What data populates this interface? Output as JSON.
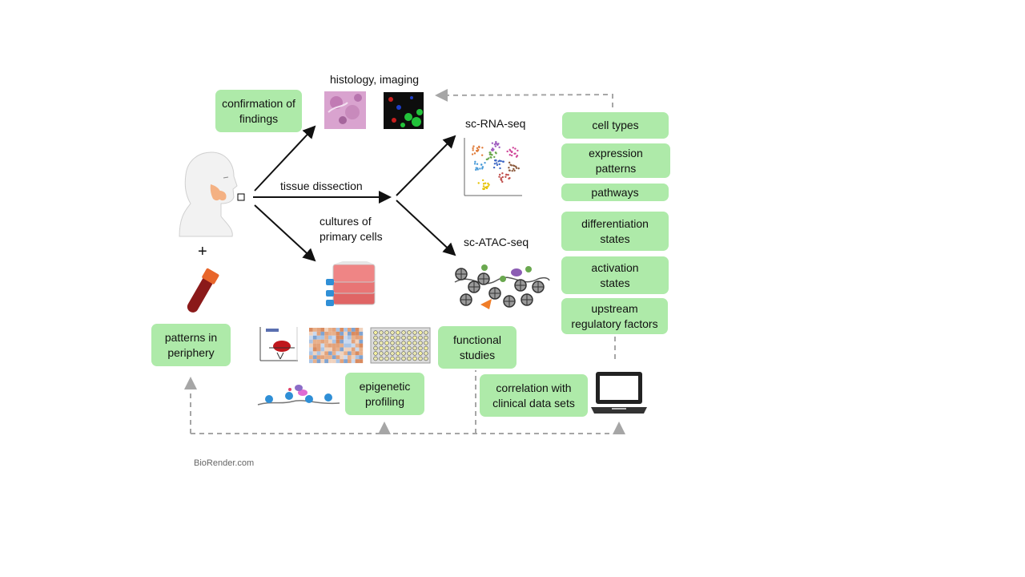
{
  "labels": {
    "histology": "histology, imaging",
    "tissue_dissection": "tissue dissection",
    "cultures": "cultures of\nprimary cells",
    "sc_rna": "sc-RNA-seq",
    "sc_atac": "sc-ATAC-seq",
    "plus": "+",
    "credit": "BioRender.com"
  },
  "boxes": {
    "confirmation": "confirmation of\nfindings",
    "patterns_periphery": "patterns in\nperiphery",
    "epigenetic": "epigenetic\nprofiling",
    "functional": "functional\nstudies",
    "correlation": "correlation with\nclinical data sets",
    "cell_types": "cell types",
    "expression": "expression\npatterns",
    "pathways": "pathways",
    "differentiation": "differentiation\nstates",
    "activation": "activation\nstates",
    "upstream": "upstream\nregulatory factors"
  },
  "colors": {
    "box_fill": "#aeeaa9",
    "arrow": "#111111",
    "dashed": "#a6a6a6"
  }
}
